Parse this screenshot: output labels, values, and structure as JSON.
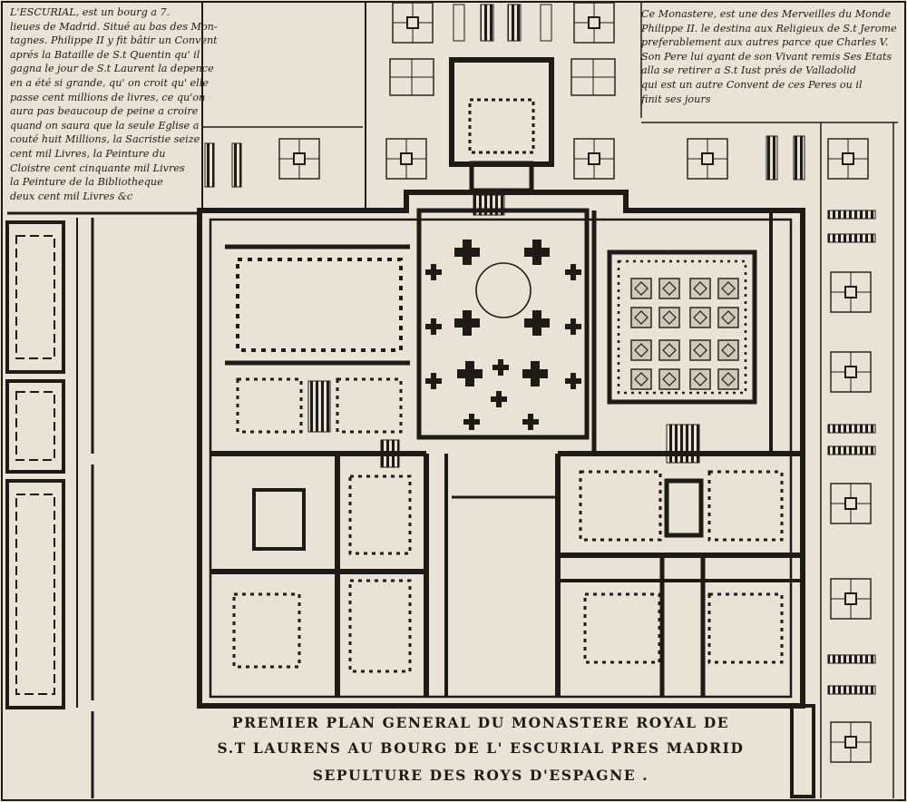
{
  "notes": {
    "left": [
      "L'ESCURIAL, est un bourg a 7.",
      "lieues de Madrid. Situé au bas des Mon-",
      "tagnes. Philippe II y fit bâtir un Convent",
      "aprés la Bataille de S.t Quentin qu' il",
      "gagna le jour de S.t Laurent la depence",
      "en a été si grande, qu' on croit qu' elle",
      "passe cent millions de livres, ce qu'on",
      "aura pas beaucoup de peine a croire",
      "quand on saura que la seule Eglise a",
      "couté huit Millions, la Sacristie seize",
      "cent mil Livres, la Peinture du",
      "Cloistre cent cinquante mil Livres",
      "la Peinture de la Bibliotheque",
      "deux cent mil Livres &c"
    ],
    "right": [
      "Ce Monastere, est une des Merveilles du Monde",
      "Philippe II. le destina aux Religieux de S.t Jerome",
      "preferablement aux autres parce que Charles V.",
      "Son Pere lui ayant de son Vivant remis Ses Etats",
      "alla se retirer a S.t Iust prés de Valladolid",
      "qui est un autre Convent de ces Peres ou il",
      "finit ses jours"
    ]
  },
  "caption": {
    "line1": "PREMIER PLAN GENERAL DU MONASTERE ROYAL DE",
    "line2": "S.T LAURENS AU BOURG DE L' ESCURIAL PRES MADRID",
    "line3": "SEPULTURE DES ROYS D'ESPAGNE ."
  },
  "colors": {
    "paper": "#e8e3d6",
    "ink": "#1e1a16"
  }
}
